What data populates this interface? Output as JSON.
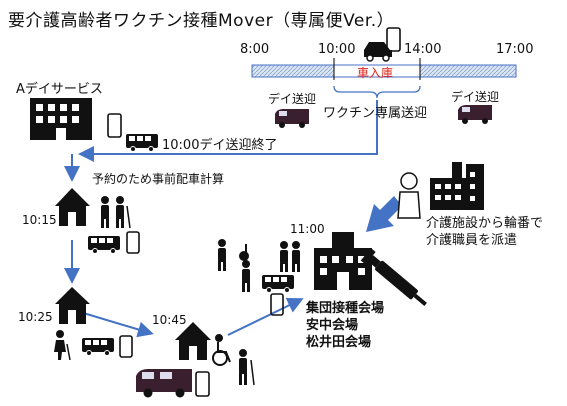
{
  "title": "要介護高齢者ワクチン接種Mover（専属便Ver.）",
  "timeline": {
    "t1": "8:00",
    "t2": "10:00",
    "t3": "14:00",
    "t4": "17:00"
  },
  "bar_red_label": "車入庫",
  "service_label": "デイ送迎",
  "service_label_right": "デイ送迎",
  "vaccine_route_label": "ワクチン専属送迎",
  "day_service": "Aデイサービス",
  "day_service_end": "10:00デイ送迎終了",
  "pre_booking": "予約のため事前配車計算",
  "time_1015": "10:15",
  "time_1025": "10:25",
  "time_1045": "10:45",
  "time_1100": "11:00",
  "venues": [
    "集団接種会場",
    "安中会場",
    "松井田会場"
  ],
  "staff_note_1": "介護施設から輪番で",
  "staff_note_2": "介護職員を派遣",
  "colors": {
    "blue": "#4472c4",
    "red": "#e0241b",
    "pale": "#dde6f4"
  }
}
